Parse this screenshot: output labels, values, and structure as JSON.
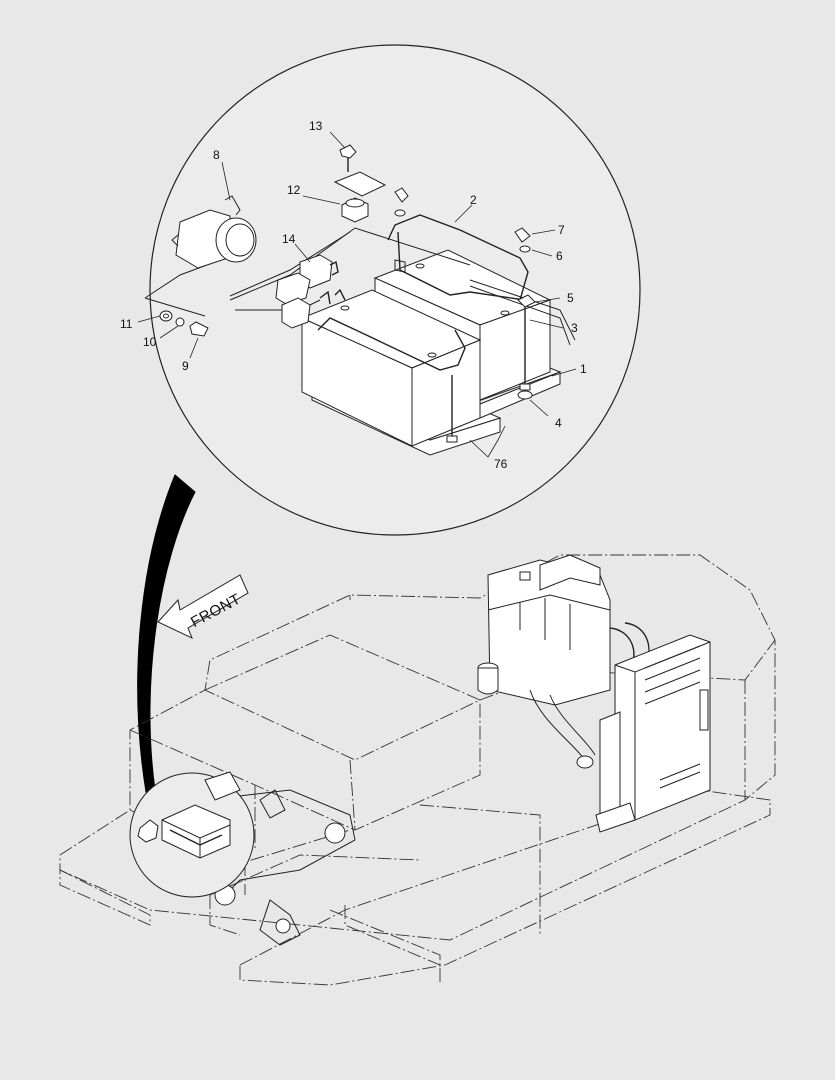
{
  "diagram": {
    "front_label": "FRONT",
    "parts": [
      {
        "id": "p1",
        "number": "1"
      },
      {
        "id": "p2",
        "number": "2"
      },
      {
        "id": "p3",
        "number": "3"
      },
      {
        "id": "p4",
        "number": "4"
      },
      {
        "id": "p5",
        "number": "5"
      },
      {
        "id": "p6",
        "number": "6"
      },
      {
        "id": "p7",
        "number": "7"
      },
      {
        "id": "p8",
        "number": "8"
      },
      {
        "id": "p9",
        "number": "9"
      },
      {
        "id": "p10",
        "number": "10"
      },
      {
        "id": "p11",
        "number": "11"
      },
      {
        "id": "p12",
        "number": "12"
      },
      {
        "id": "p13",
        "number": "13"
      },
      {
        "id": "p14",
        "number": "14"
      },
      {
        "id": "p76",
        "number": "76"
      }
    ]
  }
}
